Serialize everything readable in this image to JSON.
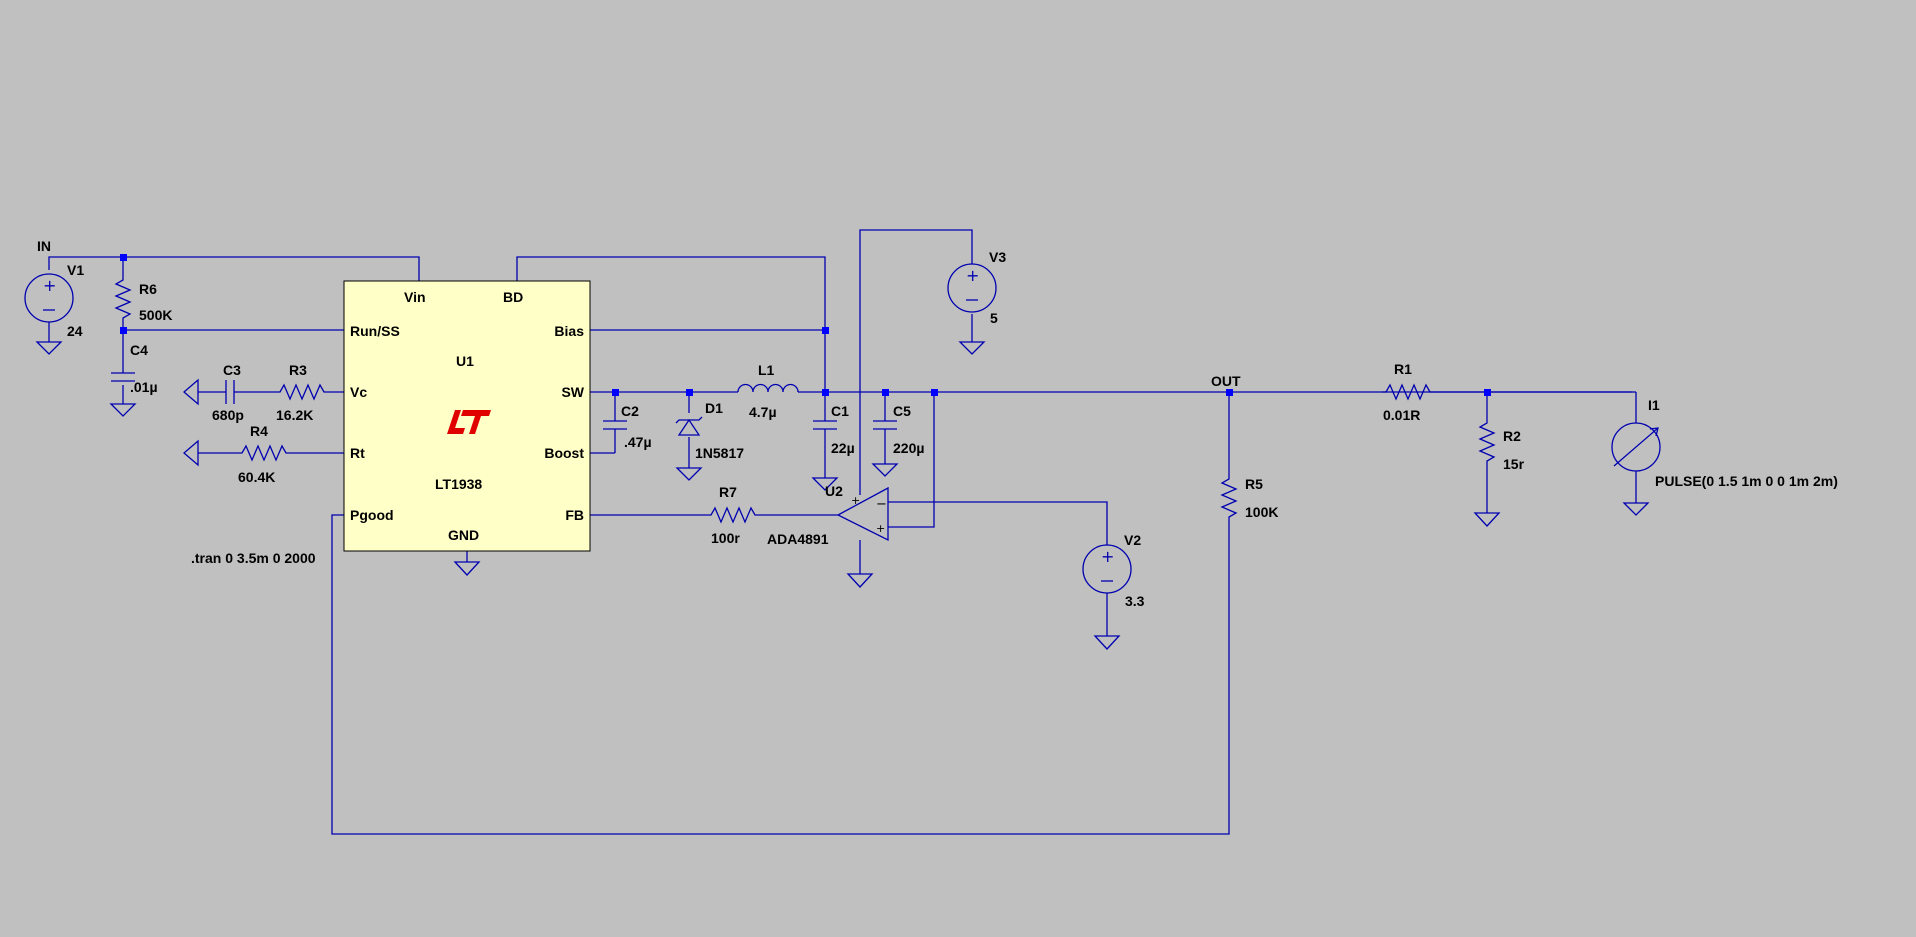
{
  "ic": {
    "ref": "U1",
    "part": "LT1938",
    "pins": {
      "vin": "Vin",
      "bd": "BD",
      "run_ss": "Run/SS",
      "bias": "Bias",
      "vc": "Vc",
      "sw": "SW",
      "rt": "Rt",
      "boost": "Boost",
      "pgood": "Pgood",
      "fb": "FB",
      "gnd": "GND"
    }
  },
  "opamp": {
    "ref": "U2",
    "part": "ADA4891"
  },
  "nets": {
    "in": "IN",
    "out": "OUT"
  },
  "components": {
    "v1": {
      "ref": "V1",
      "value": "24"
    },
    "v2": {
      "ref": "V2",
      "value": "3.3"
    },
    "v3": {
      "ref": "V3",
      "value": "5"
    },
    "r1": {
      "ref": "R1",
      "value": "0.01R"
    },
    "r2": {
      "ref": "R2",
      "value": "15r"
    },
    "r3": {
      "ref": "R3",
      "value": "16.2K"
    },
    "r4": {
      "ref": "R4",
      "value": "60.4K"
    },
    "r5": {
      "ref": "R5",
      "value": "100K"
    },
    "r6": {
      "ref": "R6",
      "value": "500K"
    },
    "r7": {
      "ref": "R7",
      "value": "100r"
    },
    "c1": {
      "ref": "C1",
      "value": "22µ"
    },
    "c2": {
      "ref": "C2",
      "value": ".47µ"
    },
    "c3": {
      "ref": "C3",
      "value": "680p"
    },
    "c4": {
      "ref": "C4",
      "value": ".01µ"
    },
    "c5": {
      "ref": "C5",
      "value": "220µ"
    },
    "l1": {
      "ref": "L1",
      "value": "4.7µ"
    },
    "d1": {
      "ref": "D1",
      "value": "1N5817"
    },
    "i1": {
      "ref": "I1",
      "value": "PULSE(0 1.5 1m 0 0 1m 2m)"
    }
  },
  "directive": ".tran 0 3.5m 0 2000",
  "colors": {
    "background": "#c0c0c0",
    "wire": "#0000b0",
    "junction": "#0000ff",
    "ic_fill": "#ffffc8",
    "logo": "#e00000"
  }
}
